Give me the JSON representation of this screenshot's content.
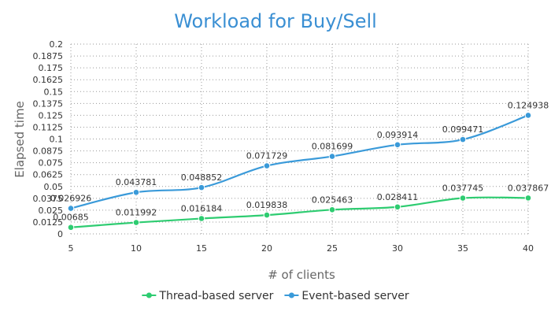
{
  "chart_data": {
    "type": "line",
    "title": "Workload for Buy/Sell",
    "xlabel": "# of clients",
    "ylabel": "Elapsed time",
    "x": [
      5,
      10,
      15,
      20,
      25,
      30,
      35,
      40
    ],
    "xlim": [
      5,
      40
    ],
    "ylim": [
      0,
      0.2
    ],
    "yticks": [
      "0",
      "0.0125",
      "0.025",
      "0.0375",
      "0.05",
      "0.0625",
      "0.075",
      "0.0875",
      "0.1",
      "0.1125",
      "0.125",
      "0.1375",
      "0.15",
      "0.1625",
      "0.175",
      "0.1875",
      "0.2"
    ],
    "grid": true,
    "legend_position": "bottom-center",
    "series": [
      {
        "name": "Thread-based server",
        "color": "#2ecc71",
        "values": [
          0.00685,
          0.011992,
          0.016184,
          0.019838,
          0.025463,
          0.028411,
          0.037745,
          0.037867
        ],
        "labels": [
          "0.00685",
          "0.011992",
          "0.016184",
          "0.019838",
          "0.025463",
          "0.028411",
          "0.037745",
          "0.037867"
        ]
      },
      {
        "name": "Event-based server",
        "color": "#3a9ad9",
        "values": [
          0.026926,
          0.043781,
          0.048852,
          0.071729,
          0.081699,
          0.093914,
          0.099471,
          0.124938
        ],
        "labels": [
          "0.026926",
          "0.043781",
          "0.048852",
          "0.071729",
          "0.081699",
          "0.093914",
          "0.099471",
          "0.124938"
        ]
      }
    ]
  }
}
